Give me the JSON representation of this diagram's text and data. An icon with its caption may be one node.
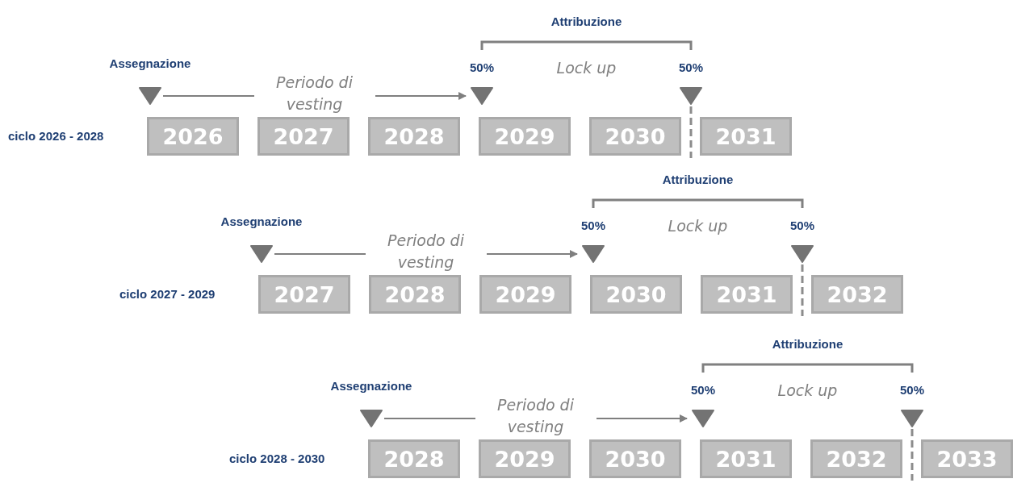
{
  "diagram": {
    "nodes": [
      {
        "text": [],
        "shape": "triangle",
        "beside": [
          "Assegnazione"
        ]
      },
      {
        "text": [],
        "shape": "triangle",
        "beside": [
          "50%"
        ]
      },
      {
        "text": [],
        "shape": "triangle",
        "beside": [
          "50%"
        ]
      },
      {
        "text": [
          "2026"
        ]
      },
      {
        "text": [
          "2027"
        ]
      },
      {
        "text": [
          "2028"
        ]
      },
      {
        "text": [
          "2029"
        ]
      },
      {
        "text": [
          "2030"
        ]
      },
      {
        "text": [
          "2031"
        ]
      },
      {
        "text": [],
        "shape": "triangle",
        "beside": [
          "Assegnazione"
        ]
      },
      {
        "text": [],
        "shape": "triangle",
        "beside": [
          "50%"
        ]
      },
      {
        "text": [],
        "shape": "triangle",
        "beside": [
          "50%"
        ]
      },
      {
        "text": [
          "2027"
        ]
      },
      {
        "text": [
          "2028"
        ]
      },
      {
        "text": [
          "2029"
        ]
      },
      {
        "text": [
          "2030"
        ]
      },
      {
        "text": [
          "2031"
        ]
      },
      {
        "text": [
          "2032"
        ]
      },
      {
        "text": [],
        "shape": "triangle",
        "beside": [
          "Assegnazione"
        ]
      },
      {
        "text": [],
        "shape": "triangle",
        "beside": [
          "50%"
        ]
      },
      {
        "text": [],
        "shape": "triangle",
        "beside": [
          "50%"
        ]
      },
      {
        "text": [
          "2028"
        ]
      },
      {
        "text": [
          "2029"
        ]
      },
      {
        "text": [
          "2030"
        ]
      },
      {
        "text": [
          "2031"
        ]
      },
      {
        "text": [
          "2032"
        ]
      },
      {
        "text": [
          "2033"
        ]
      }
    ],
    "edges": [
      {
        "from": 0,
        "to": 1,
        "arrow": "to",
        "label": "Periodo di vesting"
      },
      {
        "from": 9,
        "to": 10,
        "arrow": "to",
        "label": "Periodo di vesting"
      },
      {
        "from": 18,
        "to": 19,
        "arrow": "to",
        "label": "Periodo di vesting"
      }
    ],
    "labels": [
      "Attribuzione",
      "Lock up",
      "ciclo 2026 - 2028",
      "Attribuzione",
      "Lock up",
      "ciclo 2027 - 2029",
      "Attribuzione",
      "Lock up",
      "ciclo 2028 - 2030"
    ]
  }
}
